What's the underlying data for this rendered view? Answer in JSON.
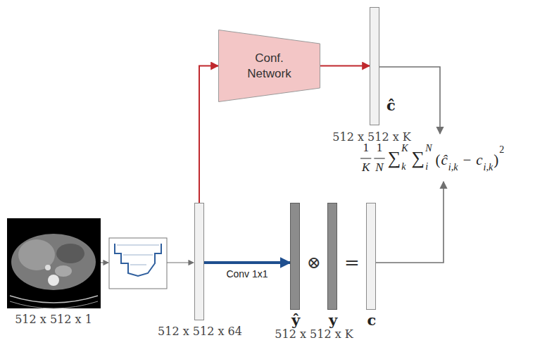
{
  "diagram": {
    "nodes": [
      {
        "text": [
          "512 x 512 x 64"
        ]
      },
      {
        "text": [
          "Conf. Network"
        ]
      },
      {
        "text": [
          "ĉ",
          "512 x 512 x K"
        ]
      },
      {
        "text": [
          "ŷ"
        ]
      },
      {
        "text": [
          "y"
        ]
      },
      {
        "text": [
          "c"
        ]
      }
    ],
    "edges": [
      {
        "from": 0,
        "to": 1,
        "arrow": "to"
      },
      {
        "from": 1,
        "to": 2,
        "arrow": "to"
      },
      {
        "from": 0,
        "to": 3,
        "label": "Conv 1x1",
        "arrow": "to"
      }
    ],
    "labels": [
      "512 x 512 x 1",
      "512 x 512 x K",
      "⊗",
      "=",
      "1",
      "K",
      "1",
      "N",
      "∑",
      "K",
      "k",
      "∑",
      "N",
      "i",
      "(",
      "ĉ",
      "i,k",
      "−",
      "c",
      "i,k",
      ")",
      "2"
    ]
  }
}
